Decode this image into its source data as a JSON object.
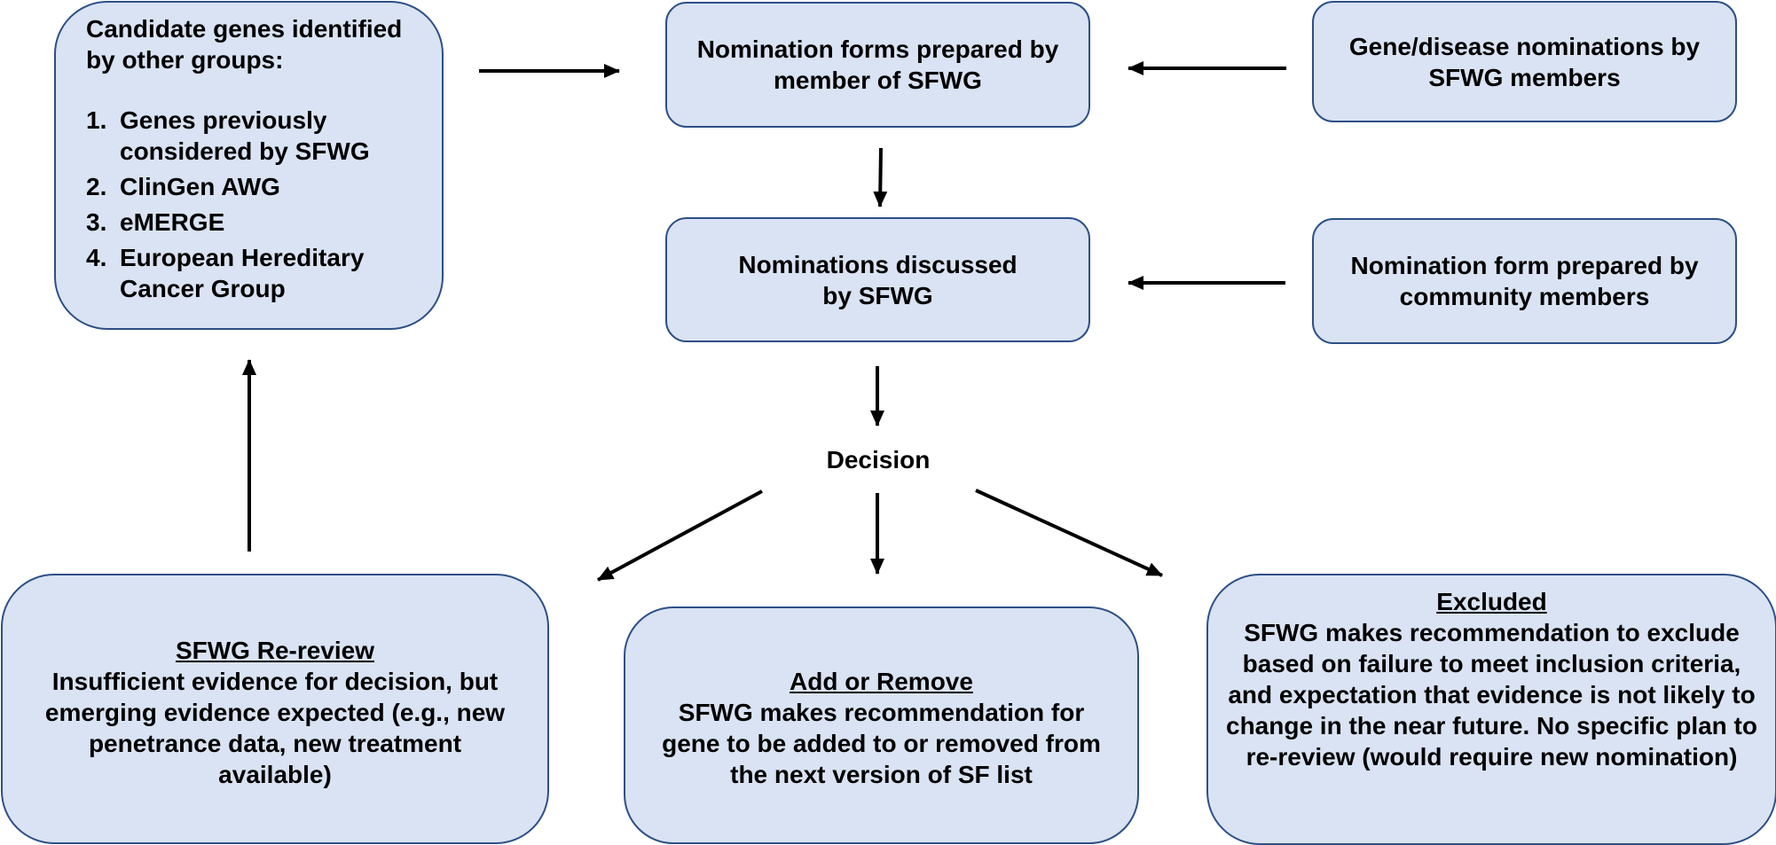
{
  "candidates": {
    "title_lines": [
      "Candidate genes identified",
      "by other groups:"
    ],
    "items": [
      {
        "num": "1.",
        "lines": [
          "Genes previously",
          "considered by SFWG"
        ]
      },
      {
        "num": "2.",
        "lines": [
          "ClinGen AWG"
        ]
      },
      {
        "num": "3.",
        "lines": [
          "eMERGE"
        ]
      },
      {
        "num": "4.",
        "lines": [
          "European Hereditary",
          "Cancer Group"
        ]
      }
    ]
  },
  "forms_box": {
    "lines": [
      "Nomination forms prepared by",
      "member of SFWG"
    ]
  },
  "sfwg_nominations_box": {
    "lines": [
      "Gene/disease nominations by",
      "SFWG members"
    ]
  },
  "discussed_box": {
    "lines": [
      "Nominations discussed",
      "by SFWG"
    ]
  },
  "community_box": {
    "lines": [
      "Nomination form prepared by",
      "community members"
    ]
  },
  "decision": {
    "label": "Decision"
  },
  "rereview_box": {
    "heading": "SFWG Re-review",
    "lines": [
      "Insufficient evidence for decision, but",
      "emerging evidence expected (e.g., new",
      "penetrance data, new treatment",
      "available)"
    ]
  },
  "add_remove_box": {
    "heading": "Add or Remove",
    "lines": [
      "SFWG makes recommendation for",
      "gene to be added to or removed from",
      "the next version of SF list"
    ]
  },
  "excluded_box": {
    "heading": "Excluded",
    "lines": [
      "SFWG makes recommendation to exclude",
      "based on failure to meet inclusion criteria,",
      "and expectation that evidence is not likely to",
      "change in the near future. No specific plan to",
      "re-review (would require new nomination)"
    ]
  },
  "colors": {
    "box_fill": "#d9e3f3",
    "box_border": "#2d4f86",
    "arrow": "#000000"
  }
}
